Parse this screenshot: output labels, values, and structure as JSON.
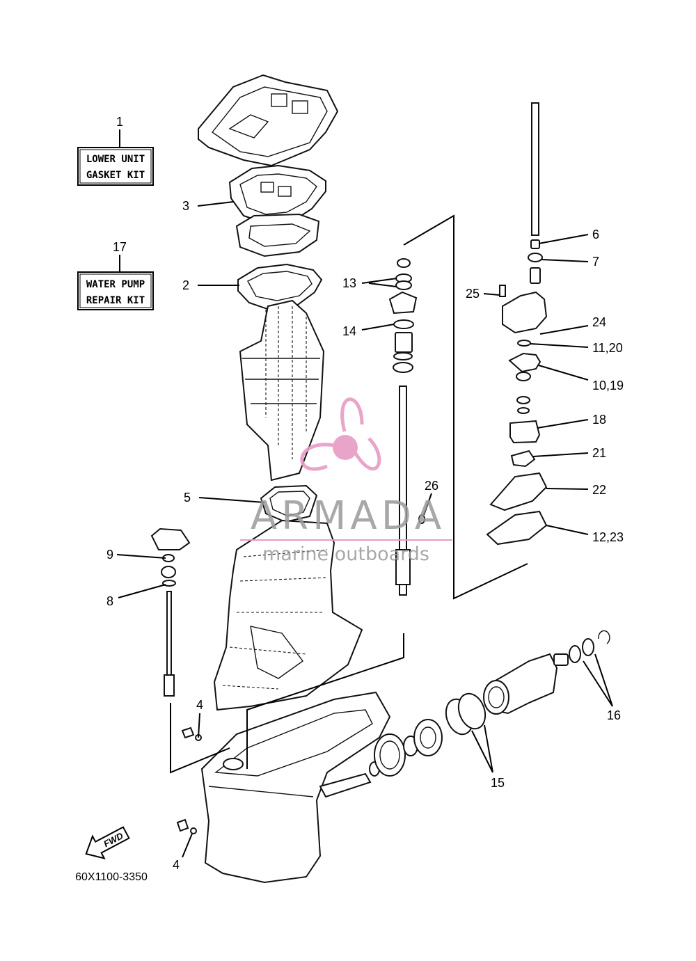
{
  "kits": [
    {
      "number": "1",
      "line1": "LOWER UNIT",
      "line2": "GASKET KIT"
    },
    {
      "number": "17",
      "line1": "WATER PUMP",
      "line2": "REPAIR KIT"
    }
  ],
  "callouts": {
    "c2": "2",
    "c3": "3",
    "c4a": "4",
    "c4b": "4",
    "c5": "5",
    "c6": "6",
    "c7": "7",
    "c8": "8",
    "c9": "9",
    "c10_19": "10,19",
    "c11_20": "11,20",
    "c12_23": "12,23",
    "c13": "13",
    "c14": "14",
    "c15": "15",
    "c16": "16",
    "c18": "18",
    "c21": "21",
    "c22": "22",
    "c24": "24",
    "c25": "25",
    "c26": "26"
  },
  "fwd_label": "FWD",
  "diagram_code": "60X1100-3350",
  "watermark": {
    "title": "ARMADA",
    "subtitle": "marine outboards",
    "accent": "#e79cc4"
  }
}
